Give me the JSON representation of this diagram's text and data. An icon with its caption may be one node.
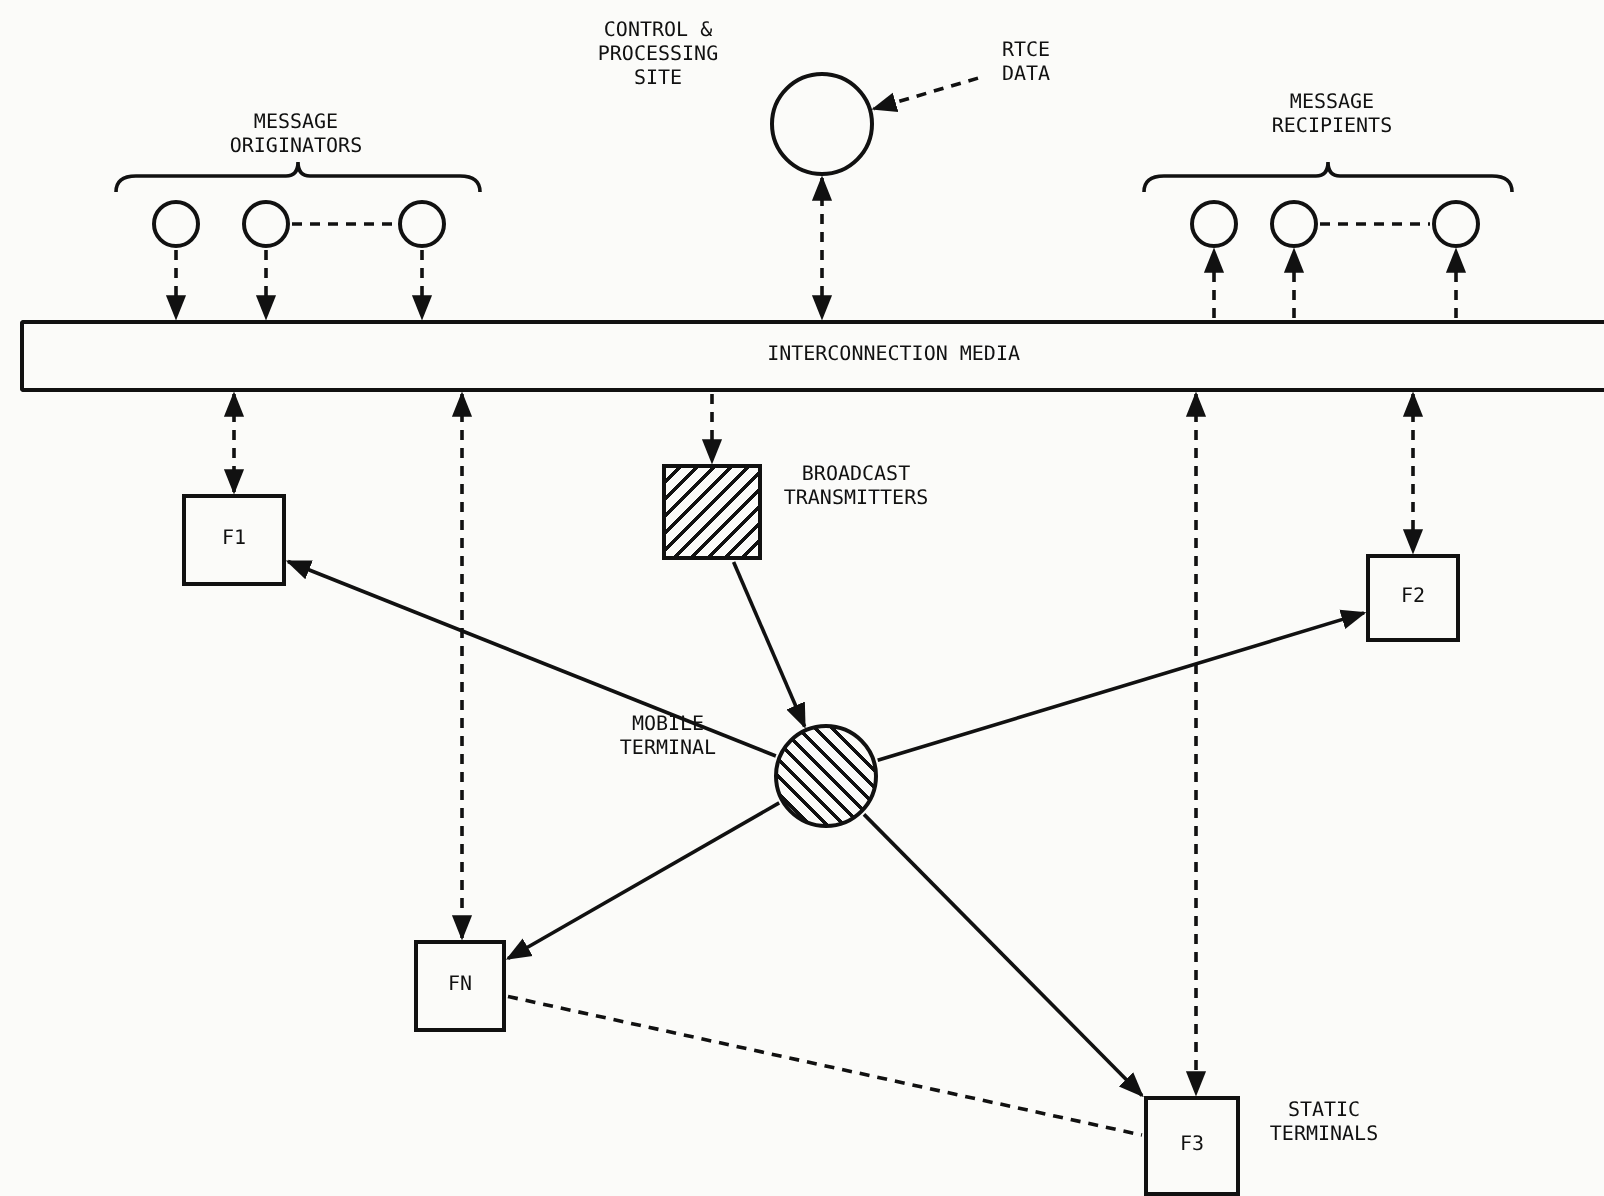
{
  "diagram": {
    "nodes": [
      {
        "text": [],
        "shape": "circle"
      },
      {
        "text": [],
        "shape": "circle"
      },
      {
        "text": [],
        "shape": "circle"
      },
      {
        "text": [],
        "shape": "circle",
        "beside": [
          "CONTROL & PROCESSING SITE"
        ]
      },
      {
        "text": [
          "RTCE DATA"
        ]
      },
      {
        "text": [],
        "shape": "circle"
      },
      {
        "text": [],
        "shape": "circle"
      },
      {
        "text": [],
        "shape": "circle"
      },
      {
        "text": [
          "INTERCONNECTION MEDIA"
        ]
      },
      {
        "text": [
          "F1"
        ]
      },
      {
        "text": [],
        "shape": "box",
        "beside": [
          "BROADCAST TRANSMITTERS"
        ]
      },
      {
        "text": [
          "F2"
        ]
      },
      {
        "text": [],
        "shape": "circle",
        "beside": [
          "MOBILE TERMINAL"
        ]
      },
      {
        "text": [
          "FN"
        ]
      },
      {
        "text": [
          "F3"
        ],
        "beside": [
          "STATIC TERMINALS"
        ]
      }
    ],
    "edges": [
      {
        "from": 0,
        "to": 8,
        "arrow": "to",
        "style": "dashed"
      },
      {
        "from": 1,
        "to": 8,
        "arrow": "to",
        "style": "dashed"
      },
      {
        "from": 2,
        "to": 8,
        "arrow": "to",
        "style": "dashed"
      },
      {
        "from": 1,
        "to": 2,
        "arrow": "none",
        "style": "dashed"
      },
      {
        "from": 4,
        "to": 3,
        "arrow": "to",
        "style": "dashed"
      },
      {
        "from": 3,
        "to": 8,
        "arrow": "both",
        "style": "dashed"
      },
      {
        "from": 8,
        "to": 5,
        "arrow": "to",
        "style": "dashed"
      },
      {
        "from": 8,
        "to": 6,
        "arrow": "to",
        "style": "dashed"
      },
      {
        "from": 8,
        "to": 7,
        "arrow": "to",
        "style": "dashed"
      },
      {
        "from": 6,
        "to": 7,
        "arrow": "none",
        "style": "dashed"
      },
      {
        "from": 8,
        "to": 9,
        "arrow": "both",
        "style": "dashed"
      },
      {
        "from": 8,
        "to": 13,
        "arrow": "both",
        "style": "dashed"
      },
      {
        "from": 8,
        "to": 10,
        "arrow": "to",
        "style": "dashed"
      },
      {
        "from": 8,
        "to": 14,
        "arrow": "both",
        "style": "dashed"
      },
      {
        "from": 8,
        "to": 11,
        "arrow": "both",
        "style": "dashed"
      },
      {
        "from": 10,
        "to": 12,
        "arrow": "to"
      },
      {
        "from": 12,
        "to": 9,
        "arrow": "to"
      },
      {
        "from": 12,
        "to": 11,
        "arrow": "to"
      },
      {
        "from": 12,
        "to": 13,
        "arrow": "to"
      },
      {
        "from": 12,
        "to": 14,
        "arrow": "to"
      },
      {
        "from": 13,
        "to": 14,
        "arrow": "none",
        "style": "dashed"
      }
    ],
    "labels": [
      "MESSAGE ORIGINATORS",
      "MESSAGE RECIPIENTS"
    ]
  }
}
